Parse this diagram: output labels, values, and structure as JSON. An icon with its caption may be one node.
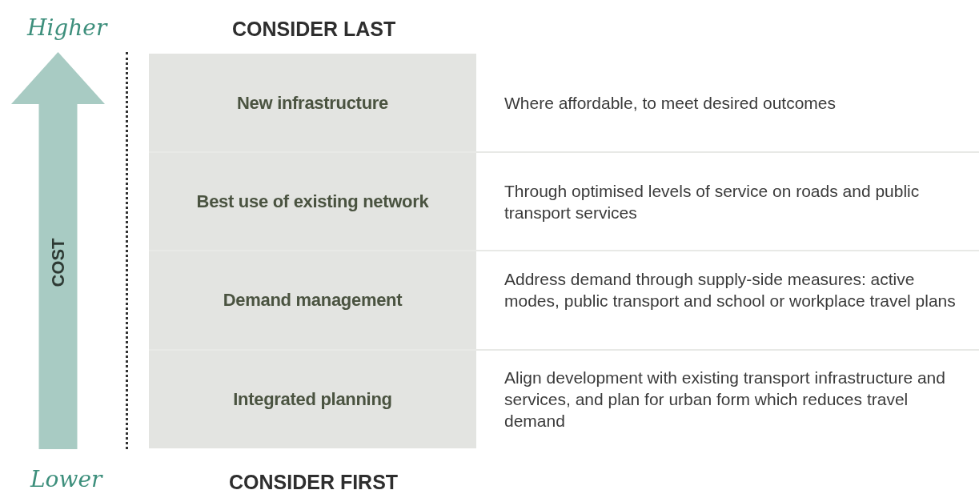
{
  "diagram": {
    "nodes": [
      {
        "text": [
          "COST"
        ]
      },
      {
        "text": [
          "New infrastructure"
        ],
        "beside": [
          "Where affordable, to meet desired outcomes"
        ]
      },
      {
        "text": [
          "Best use of existing network"
        ],
        "beside": [
          "Through optimised levels of service on roads and public transport services"
        ]
      },
      {
        "text": [
          "Demand management"
        ],
        "beside": [
          "Address demand through supply-side measures: active modes, public transport and school or workplace travel plans"
        ]
      },
      {
        "text": [
          "Integrated planning"
        ],
        "beside": [
          "Align development with existing transport infrastructure and services, and plan for urban form which reduces travel demand"
        ]
      }
    ],
    "labels": [
      "Higher",
      "CONSIDER LAST",
      "Lower",
      "CONSIDER FIRST"
    ]
  }
}
